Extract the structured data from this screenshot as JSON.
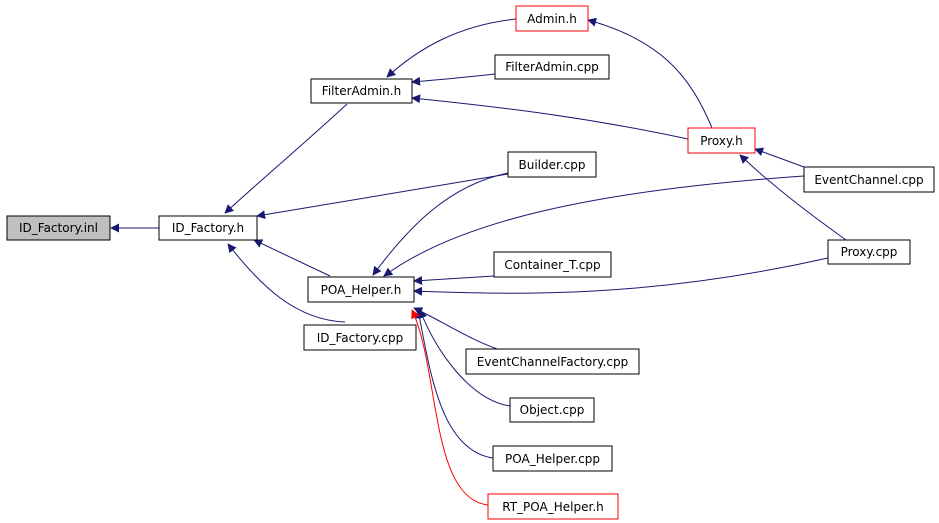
{
  "diagram": {
    "colors": {
      "background": "#ffffff",
      "normal_border": "#000000",
      "highlight_border": "#ff0000",
      "root_fill": "#bfbfbf",
      "blue_edge": "#191970",
      "red_edge": "#ff0000"
    },
    "nodes": [
      {
        "id": "id_factory_inl",
        "label": "ID_Factory.inl",
        "style": "root"
      },
      {
        "id": "id_factory_h",
        "label": "ID_Factory.h",
        "style": "normal"
      },
      {
        "id": "filteradmin_h",
        "label": "FilterAdmin.h",
        "style": "normal"
      },
      {
        "id": "admin_h",
        "label": "Admin.h",
        "style": "red"
      },
      {
        "id": "filteradmin_cpp",
        "label": "FilterAdmin.cpp",
        "style": "normal"
      },
      {
        "id": "proxy_h",
        "label": "Proxy.h",
        "style": "red"
      },
      {
        "id": "builder_cpp",
        "label": "Builder.cpp",
        "style": "normal"
      },
      {
        "id": "eventchannel_cpp",
        "label": "EventChannel.cpp",
        "style": "normal"
      },
      {
        "id": "proxy_cpp",
        "label": "Proxy.cpp",
        "style": "normal"
      },
      {
        "id": "poa_helper_h",
        "label": "POA_Helper.h",
        "style": "normal"
      },
      {
        "id": "container_t_cpp",
        "label": "Container_T.cpp",
        "style": "normal"
      },
      {
        "id": "id_factory_cpp",
        "label": "ID_Factory.cpp",
        "style": "normal"
      },
      {
        "id": "eventchannelfactory_cpp",
        "label": "EventChannelFactory.cpp",
        "style": "normal"
      },
      {
        "id": "object_cpp",
        "label": "Object.cpp",
        "style": "normal"
      },
      {
        "id": "poa_helper_cpp",
        "label": "POA_Helper.cpp",
        "style": "normal"
      },
      {
        "id": "rt_poa_helper_h",
        "label": "RT_POA_Helper.h",
        "style": "red"
      }
    ]
  }
}
